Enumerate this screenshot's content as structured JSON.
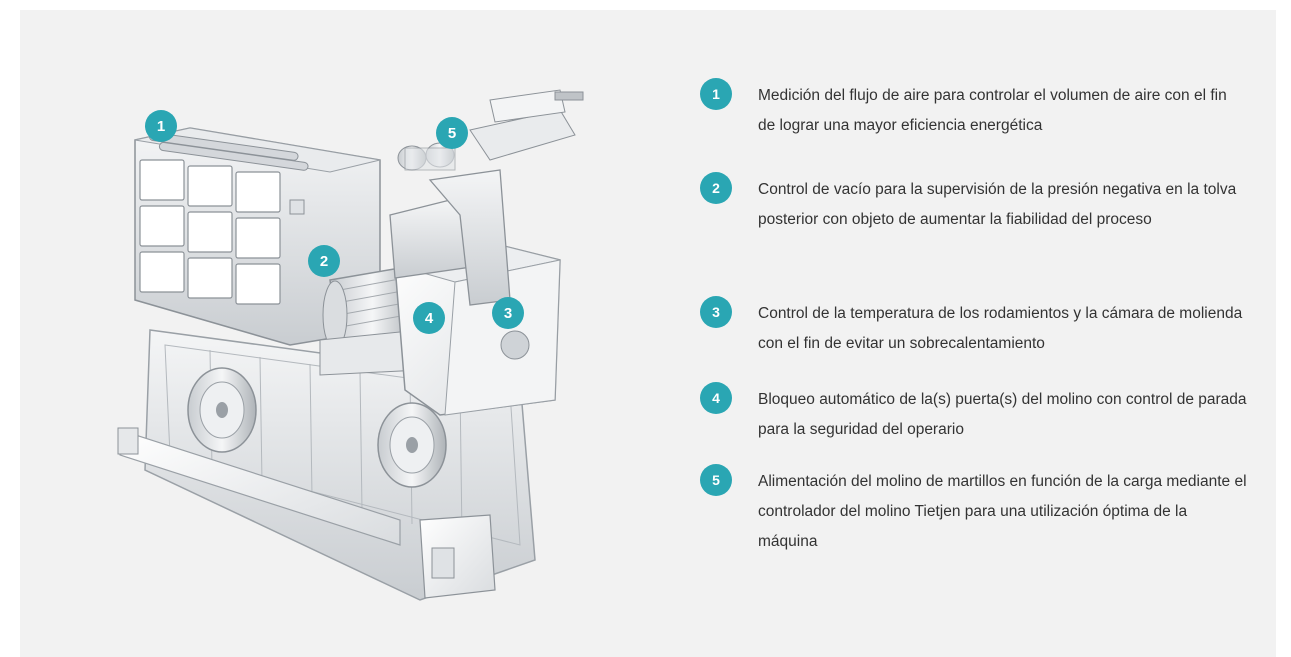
{
  "markers": [
    {
      "number": "1"
    },
    {
      "number": "2"
    },
    {
      "number": "3"
    },
    {
      "number": "4"
    },
    {
      "number": "5"
    }
  ],
  "features": [
    {
      "number": "1",
      "text": "Medición del flujo de aire para controlar el volumen de aire con el fin de lograr una mayor eficiencia energética"
    },
    {
      "number": "2",
      "text": "Control de vacío para la supervisión de la presión negativa en la tolva posterior con objeto de aumentar la fiabilidad del proceso"
    },
    {
      "number": "3",
      "text": "Control de la temperatura de los rodamientos y la cámara de molienda con el fin de evitar un sobrecalentamiento"
    },
    {
      "number": "4",
      "text": "Bloqueo automático de la(s) puerta(s) del molino con control de parada para la seguridad del operario"
    },
    {
      "number": "5",
      "text": "Alimentación del molino de martillos en función de la carga mediante el controlador del molino Tietjen para una utilización óptima de la máquina"
    }
  ],
  "colors": {
    "accent": "#2aa6b3",
    "background": "#f2f2f2",
    "text": "#333333"
  }
}
